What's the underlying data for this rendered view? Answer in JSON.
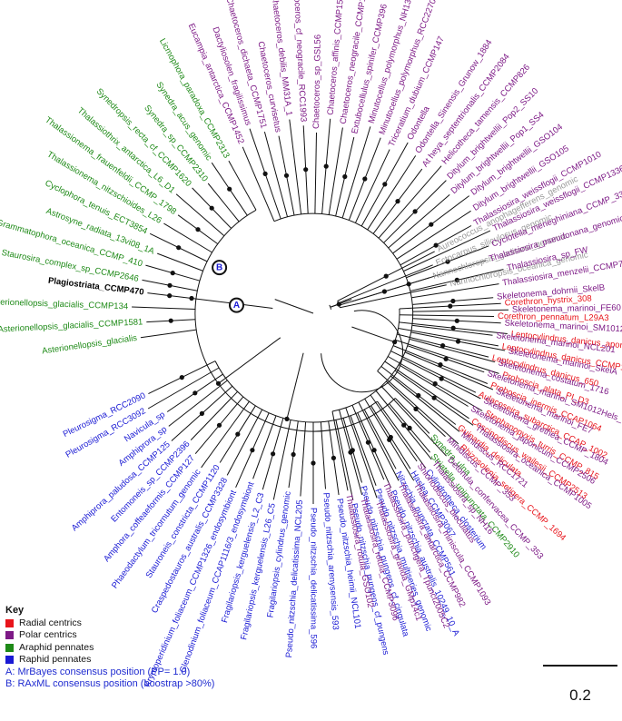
{
  "colors": {
    "radial": "#e8141b",
    "polar": "#7d1a86",
    "araphid": "#1e8a17",
    "raphid": "#1a1ad4",
    "outgroup": "#9a9a9a",
    "highlight": "#000000"
  },
  "radial_leaves": [
    {
      "label": "Corethron_hystrix_308",
      "group": "radial",
      "angle": -3
    },
    {
      "label": "Corethron_pennatum_L29A3",
      "group": "radial",
      "angle": 1
    },
    {
      "label": "Leptocylindrus_danicus_apora_651",
      "group": "radial",
      "angle": 6
    },
    {
      "label": "Leptocylindrus_danicus_CCMP1856",
      "group": "radial",
      "angle": 10
    },
    {
      "label": "Leptocylindrus_danicus_650",
      "group": "radial",
      "angle": 14
    },
    {
      "label": "Proboscia_alata_PI_D3",
      "group": "radial",
      "angle": 18
    },
    {
      "label": "Proboscia_inermis_CCAP1064",
      "group": "radial",
      "angle": 22
    },
    {
      "label": "Aulacoseira_subarctica_CCAP_1002",
      "group": "radial",
      "angle": 26
    },
    {
      "label": "Stephanopyxis_turris_CCMP_815",
      "group": "radial",
      "angle": 30
    },
    {
      "label": "Coscinodiscus_wailesii_CCMP2513",
      "group": "radial",
      "angle": 34
    },
    {
      "label": "Guinardia_deliculata",
      "group": "radial",
      "angle": 38
    },
    {
      "label": "Rhizosolenia_setigera_CCMP_1694",
      "group": "radial",
      "angle": 42
    },
    {
      "label": "Staurosira_complex_sp_CCMP2646",
      "group": "araphid",
      "angle": 191
    }
  ],
  "araphid_leaves": [
    {
      "label": "Synedra_ulna",
      "group": "araphid",
      "angle": 46
    },
    {
      "label": "Striatella_unipunctata_CCMP2910",
      "group": "araphid",
      "angle": 50
    },
    {
      "label": "Asterionellopsis_glacialis",
      "group": "araphid",
      "angle": 172
    },
    {
      "label": "Asterionellopsis_glacialis_CCMP1581",
      "group": "araphid",
      "angle": 177
    },
    {
      "label": "Asterionellopsis_glacialis_CCMP134",
      "group": "araphid",
      "angle": 182
    },
    {
      "label": "Grammatophora_oceanica_CCMP_410",
      "group": "araphid",
      "angle": 196
    },
    {
      "label": "Astrosyne_radiata_13vi08_1A",
      "group": "araphid",
      "angle": 201
    },
    {
      "label": "Cyclophora_tenuis_ECT3854",
      "group": "araphid",
      "angle": 206
    },
    {
      "label": "Thalassionema_nitzschioides_L26",
      "group": "araphid",
      "angle": 211
    },
    {
      "label": "Thalassionema_frauenfeldii_CCMP_1798",
      "group": "araphid",
      "angle": 216
    },
    {
      "label": "Thalassiothrix_antarctica_L6_D1",
      "group": "araphid",
      "angle": 221
    },
    {
      "label": "Synedropsis_recta_cf_CCMP1620",
      "group": "araphid",
      "angle": 226
    },
    {
      "label": "Synedra_sp_CCMP2310",
      "group": "araphid",
      "angle": 231
    },
    {
      "label": "Synedra_acus_genomic",
      "group": "araphid",
      "angle": 236
    },
    {
      "label": "Licmophora_paradoxa_CCMP2313",
      "group": "araphid",
      "angle": 241
    },
    {
      "label": "Plagiostriata_CCMP470",
      "group": "highlight",
      "angle": 187
    }
  ],
  "raphid_leaves": [
    {
      "label": "Cylindrotheca_closterium",
      "group": "raphid",
      "angle": 54
    },
    {
      "label": "Haslea_CCMP3067",
      "group": "raphid",
      "angle": 58
    },
    {
      "label": "Nitzschia_punctata_CCMP561",
      "group": "raphid",
      "angle": 62
    },
    {
      "label": "Pseudo_nitzschia_australis_10249_10_A",
      "group": "raphid",
      "angle": 66
    },
    {
      "label": "Pseudo_nitzschia_multiseries_genomic",
      "group": "raphid",
      "angle": 70
    },
    {
      "label": "Pseudo_nitzschia_pungens_cf_cingulata",
      "group": "raphid",
      "angle": 74
    },
    {
      "label": "Pseudo_nitzschia_pungens_cf_pungens",
      "group": "raphid",
      "angle": 78
    },
    {
      "label": "Pseudo_nitzschia_heimii_NCL101",
      "group": "raphid",
      "angle": 82
    },
    {
      "label": "Pseudo_nitzschia_arenysensis_593",
      "group": "raphid",
      "angle": 86
    },
    {
      "label": "Pseudo_nitzschia_delicatissima_596",
      "group": "raphid",
      "angle": 90
    },
    {
      "label": "Pseudo_nitzschia_delicatissima_NCL205",
      "group": "raphid",
      "angle": 94
    },
    {
      "label": "Fragilariopsis_cylindrus_genomic",
      "group": "raphid",
      "angle": 98
    },
    {
      "label": "Fragilariopsis_kerguelensis_L26_C5",
      "group": "raphid",
      "angle": 102
    },
    {
      "label": "Fragilariopsis_kerguelensis_L2_C3",
      "group": "raphid",
      "angle": 106
    },
    {
      "label": "Glenodinium_foliaceum_CCAP1116/3_endosymbiont",
      "group": "raphid",
      "angle": 110
    },
    {
      "label": "Kryptoperidinium_foliaceum_CCMP1326_endosymbiont",
      "group": "raphid",
      "angle": 114
    },
    {
      "label": "Craspedostauros_australis_CCMP3328",
      "group": "raphid",
      "angle": 118
    },
    {
      "label": "Stauroneis_constricta_CCMP1120",
      "group": "raphid",
      "angle": 122
    },
    {
      "label": "Phaeodactylum_tricornutum_genomic",
      "group": "raphid",
      "angle": 126
    },
    {
      "label": "Amphora_coffeaeformis_CCMP127",
      "group": "raphid",
      "angle": 130
    },
    {
      "label": "Entomoneis_sp_CCMP2396",
      "group": "raphid",
      "angle": 134
    },
    {
      "label": "Amphiprora_paludosa_CCMP125",
      "group": "raphid",
      "angle": 138
    },
    {
      "label": "Amphiprora_sp",
      "group": "raphid",
      "angle": 142
    },
    {
      "label": "Navicula_sp",
      "group": "raphid",
      "angle": 146
    },
    {
      "label": "Pleurosigma_RCC3092",
      "group": "raphid",
      "angle": 150
    },
    {
      "label": "Pleurosigma_RCC2090",
      "group": "raphid",
      "angle": 154
    }
  ],
  "polar_leaves": [
    {
      "label": "Eucampia_antarctica_CCMP1452",
      "group": "polar",
      "angle": 247
    },
    {
      "label": "Dactyliosolen_fragilissimus",
      "group": "polar",
      "angle": 251
    },
    {
      "label": "Chaetoceros_dichaeta_CCMP1751",
      "group": "polar",
      "angle": 255
    },
    {
      "label": "Chaetoceros_curvisetus",
      "group": "polar",
      "angle": 259
    },
    {
      "label": "Chaetoceros_debilis_MM31A_1",
      "group": "polar",
      "angle": 263
    },
    {
      "label": "Chaetoceros_cf_neogracile_RCC1993",
      "group": "polar",
      "angle": 267
    },
    {
      "label": "Chaetoceros_sp_GSL56",
      "group": "polar",
      "angle": 271
    },
    {
      "label": "Chaetoceros_affinis_CCMP159",
      "group": "polar",
      "angle": 275
    },
    {
      "label": "Chaetoceros_neogracile_CCMP1317",
      "group": "polar",
      "angle": 279
    },
    {
      "label": "Extubocellulus_spinifer_CCMP396",
      "group": "polar",
      "angle": 283
    },
    {
      "label": "Minutocellus_polymorphus_NH13",
      "group": "polar",
      "angle": 287
    },
    {
      "label": "Minutocellus_polymorphus_RCC2270",
      "group": "polar",
      "angle": 291
    },
    {
      "label": "Triceratium_dubium_CCMP147",
      "group": "polar",
      "angle": 295
    },
    {
      "label": "Odontella",
      "group": "polar",
      "angle": 299
    },
    {
      "label": "Odontella_Sinensis_Grunow_1884",
      "group": "polar",
      "angle": 303
    },
    {
      "label": "At heya_septentrionalis_CCMP2084",
      "group": "polar",
      "angle": 307
    },
    {
      "label": "Helicotheca_tamensis_CCMP826",
      "group": "polar",
      "angle": 311
    },
    {
      "label": "Ditylum_brightwellii_Pop2_SS10",
      "group": "polar",
      "angle": 315
    },
    {
      "label": "Ditylum_brightwellii_Pop1_SS4",
      "group": "polar",
      "angle": 319
    },
    {
      "label": "Ditylum_brightwellii_GSO104",
      "group": "polar",
      "angle": 323
    },
    {
      "label": "Ditylum_brightwellii_GSO105",
      "group": "polar",
      "angle": 327
    },
    {
      "label": "Thalassiosira_weissflogii_CCMP1010",
      "group": "polar",
      "angle": 331
    },
    {
      "label": "Thalassiosira_weissflogii_CCMP1336",
      "group": "polar",
      "angle": 335
    },
    {
      "label": "Cyclotella_meneghiniana_CCMP_338",
      "group": "polar",
      "angle": 339
    },
    {
      "label": "Thalassiosira_pseudonana_genomic",
      "group": "polar",
      "angle": 343
    },
    {
      "label": "Thalassiosira_sp_FW",
      "group": "polar",
      "angle": 347
    },
    {
      "label": "Thalassiosira_menzelii_CCMP793",
      "group": "polar",
      "angle": 351
    },
    {
      "label": "Skeletonema_dohrnii_SkelB",
      "group": "polar",
      "angle": 355
    },
    {
      "label": "Skeletonema_marinoi_FE60",
      "group": "polar",
      "angle": 359
    },
    {
      "label": "Skeletonema_marinoi_SM1012Den_03",
      "group": "polar",
      "angle": 363
    },
    {
      "label": "Skeletonema_marinoi_NCL201",
      "group": "polar",
      "angle": 367
    },
    {
      "label": "Skeletonema_marinoi_SkelA",
      "group": "polar",
      "angle": 371
    },
    {
      "label": "Skeletonema_costatum_1716",
      "group": "polar",
      "angle": 375
    },
    {
      "label": "Skeletonema_marinoi_SM1012Hels_07",
      "group": "polar",
      "angle": 379
    },
    {
      "label": "Skeletonema_marinoi_FE7",
      "group": "polar",
      "angle": 383
    },
    {
      "label": "Skeletonema_grethea_CCMP_1804",
      "group": "polar",
      "angle": 387
    },
    {
      "label": "Skeletonema_japonicum_CCMP2506",
      "group": "polar",
      "angle": 391
    },
    {
      "label": "Thalassiosira_oceanica_CCMP1005",
      "group": "polar",
      "angle": 395
    },
    {
      "label": "Minidiscus_RCC1721",
      "group": "polar",
      "angle": 399
    },
    {
      "label": "Minidiscus_CCMP_353",
      "group": "polar",
      "angle": 403
    },
    {
      "label": "Detonula_confervacea_CCMP_353",
      "group": "polar",
      "angle": 407
    },
    {
      "label": "Thalassiosira_sp_NH16",
      "group": "polar",
      "angle": 411
    },
    {
      "label": "Shionodiscus_bioculatus",
      "group": "polar",
      "angle": 415
    },
    {
      "label": "Thalassiosira_miniscula_CCMP1093",
      "group": "polar",
      "angle": 419
    },
    {
      "label": "Thalassiosira_antarctica_CCMP982",
      "group": "polar",
      "angle": 423
    },
    {
      "label": "Thalassiosira_punctigera_Tpunct2005C2",
      "group": "polar",
      "angle": 427
    },
    {
      "label": "Thalassiosira_gravida_GMp14c1",
      "group": "polar",
      "angle": 431
    },
    {
      "label": "Thalassiosira_rotula_CCMP3096",
      "group": "polar",
      "angle": 435
    },
    {
      "label": "Thalassiosira_rotula_GSO102",
      "group": "polar",
      "angle": 439
    }
  ],
  "outgroup_leaves": [
    {
      "label": "Aureococcus_anophagefferens_genomic",
      "group": "outgroup",
      "angle": -27
    },
    {
      "label": "Ectocarpus_siliculosus_genomic",
      "group": "outgroup",
      "angle": -22
    },
    {
      "label": "Nannochloropsis_gaditana_genomic",
      "group": "outgroup",
      "angle": -17
    },
    {
      "label": "Nannochloropsis_oceanica_genomic",
      "group": "outgroup",
      "angle": -12
    }
  ],
  "markers": [
    {
      "letter": "A",
      "angle": 186,
      "radius": 85
    },
    {
      "letter": "B",
      "angle": 206,
      "radius": 115
    }
  ],
  "key": {
    "title": "Key",
    "items": [
      {
        "label": "Radial centrics",
        "color": "#e8141b"
      },
      {
        "label": "Polar centrics",
        "color": "#7d1a86"
      },
      {
        "label": "Araphid pennates",
        "color": "#1e8a17"
      },
      {
        "label": "Raphid pennates",
        "color": "#1a1ad4"
      }
    ],
    "note_a_letter": "A:",
    "note_a_text": " MrBayes consensus position (PP= 1.0)",
    "note_b_letter": "B:",
    "note_b_text": " RAxML consensus position (boostrap >80%)"
  },
  "scale_bar": {
    "label": "0.2"
  }
}
